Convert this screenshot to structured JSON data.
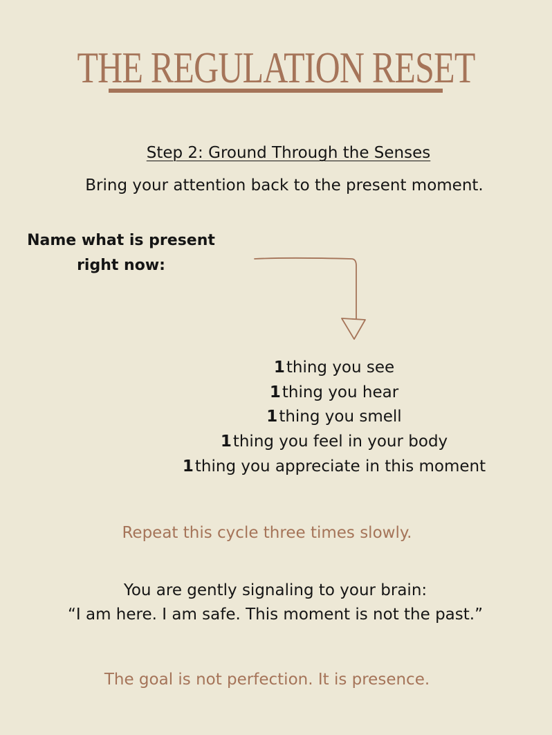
{
  "title": "THE REGULATION RESET",
  "step_heading": "Step 2: Ground Through the Senses",
  "intro": "Bring your attention back to the present moment.",
  "prompt": {
    "line1": "Name what is present",
    "line2": "right now:"
  },
  "arrow_icon": "hand-drawn-arrow-down",
  "senses": [
    {
      "num": "1",
      "text": "thing you see"
    },
    {
      "num": "1",
      "text": "thing you hear"
    },
    {
      "num": "1",
      "text": "thing you smell"
    },
    {
      "num": "1",
      "text": "thing you feel in your body"
    },
    {
      "num": "1",
      "text": "thing you appreciate in this moment"
    }
  ],
  "repeat": "Repeat this cycle three times slowly.",
  "signal": {
    "line1": "You are gently signaling to your brain:",
    "line2": "“I am here. I am safe. This moment is not the past.”"
  },
  "goal": "The goal is not perfection. It is presence.",
  "colors": {
    "background": "#ede8d6",
    "accent": "#a57459",
    "text": "#151515"
  }
}
